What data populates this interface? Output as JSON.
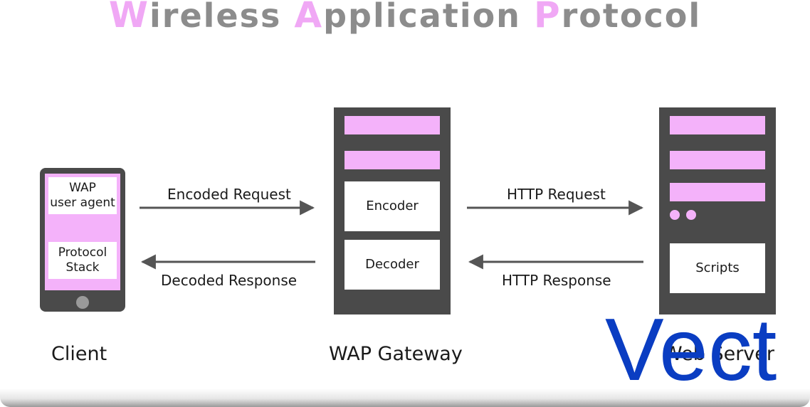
{
  "title": {
    "part1_cap": "W",
    "part1_rest": "ireless ",
    "part2_cap": "A",
    "part2_rest": "pplication ",
    "part3_cap": "P",
    "part3_rest": "rotocol"
  },
  "client": {
    "box1_line1": "WAP",
    "box1_line2": "user agent",
    "box2_line1": "Protocol",
    "box2_line2": "Stack",
    "label": "Client"
  },
  "gateway": {
    "encoder": "Encoder",
    "decoder": "Decoder",
    "label": "WAP Gateway"
  },
  "server": {
    "scripts": "Scripts",
    "label": "Web Server"
  },
  "arrows": {
    "encoded_request": "Encoded Request",
    "decoded_response": "Decoded Response",
    "http_request": "HTTP Request",
    "http_response": "HTTP Response"
  },
  "watermark": "Vect",
  "colors": {
    "device": "#4a4a4a",
    "pink": "#f4b2fa",
    "title_gray": "#8c8c8c",
    "title_accent": "#f0a8f5",
    "watermark": "#0a3dc2"
  }
}
